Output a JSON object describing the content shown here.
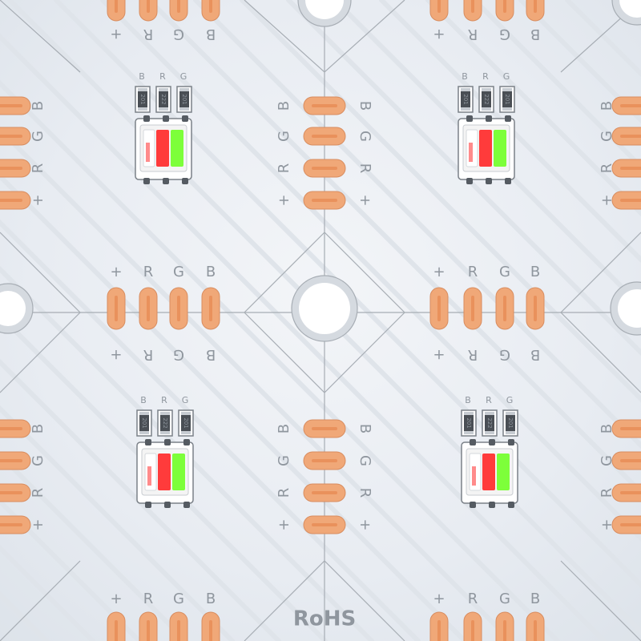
{
  "board": {
    "pin_labels": [
      "+",
      "R",
      "G",
      "B"
    ],
    "led_labels": [
      "B",
      "R",
      "G"
    ],
    "resistor_marking": "222",
    "resistor_marking_alt": "201",
    "rohs_mark": "RoHS"
  },
  "colors": {
    "board": "#eaeef3",
    "silkscreen": "#8f969e",
    "pad": "#f0a878",
    "led_red": "#ff3b3b",
    "led_green": "#7dff3a",
    "led_blue": "#ffffff"
  }
}
